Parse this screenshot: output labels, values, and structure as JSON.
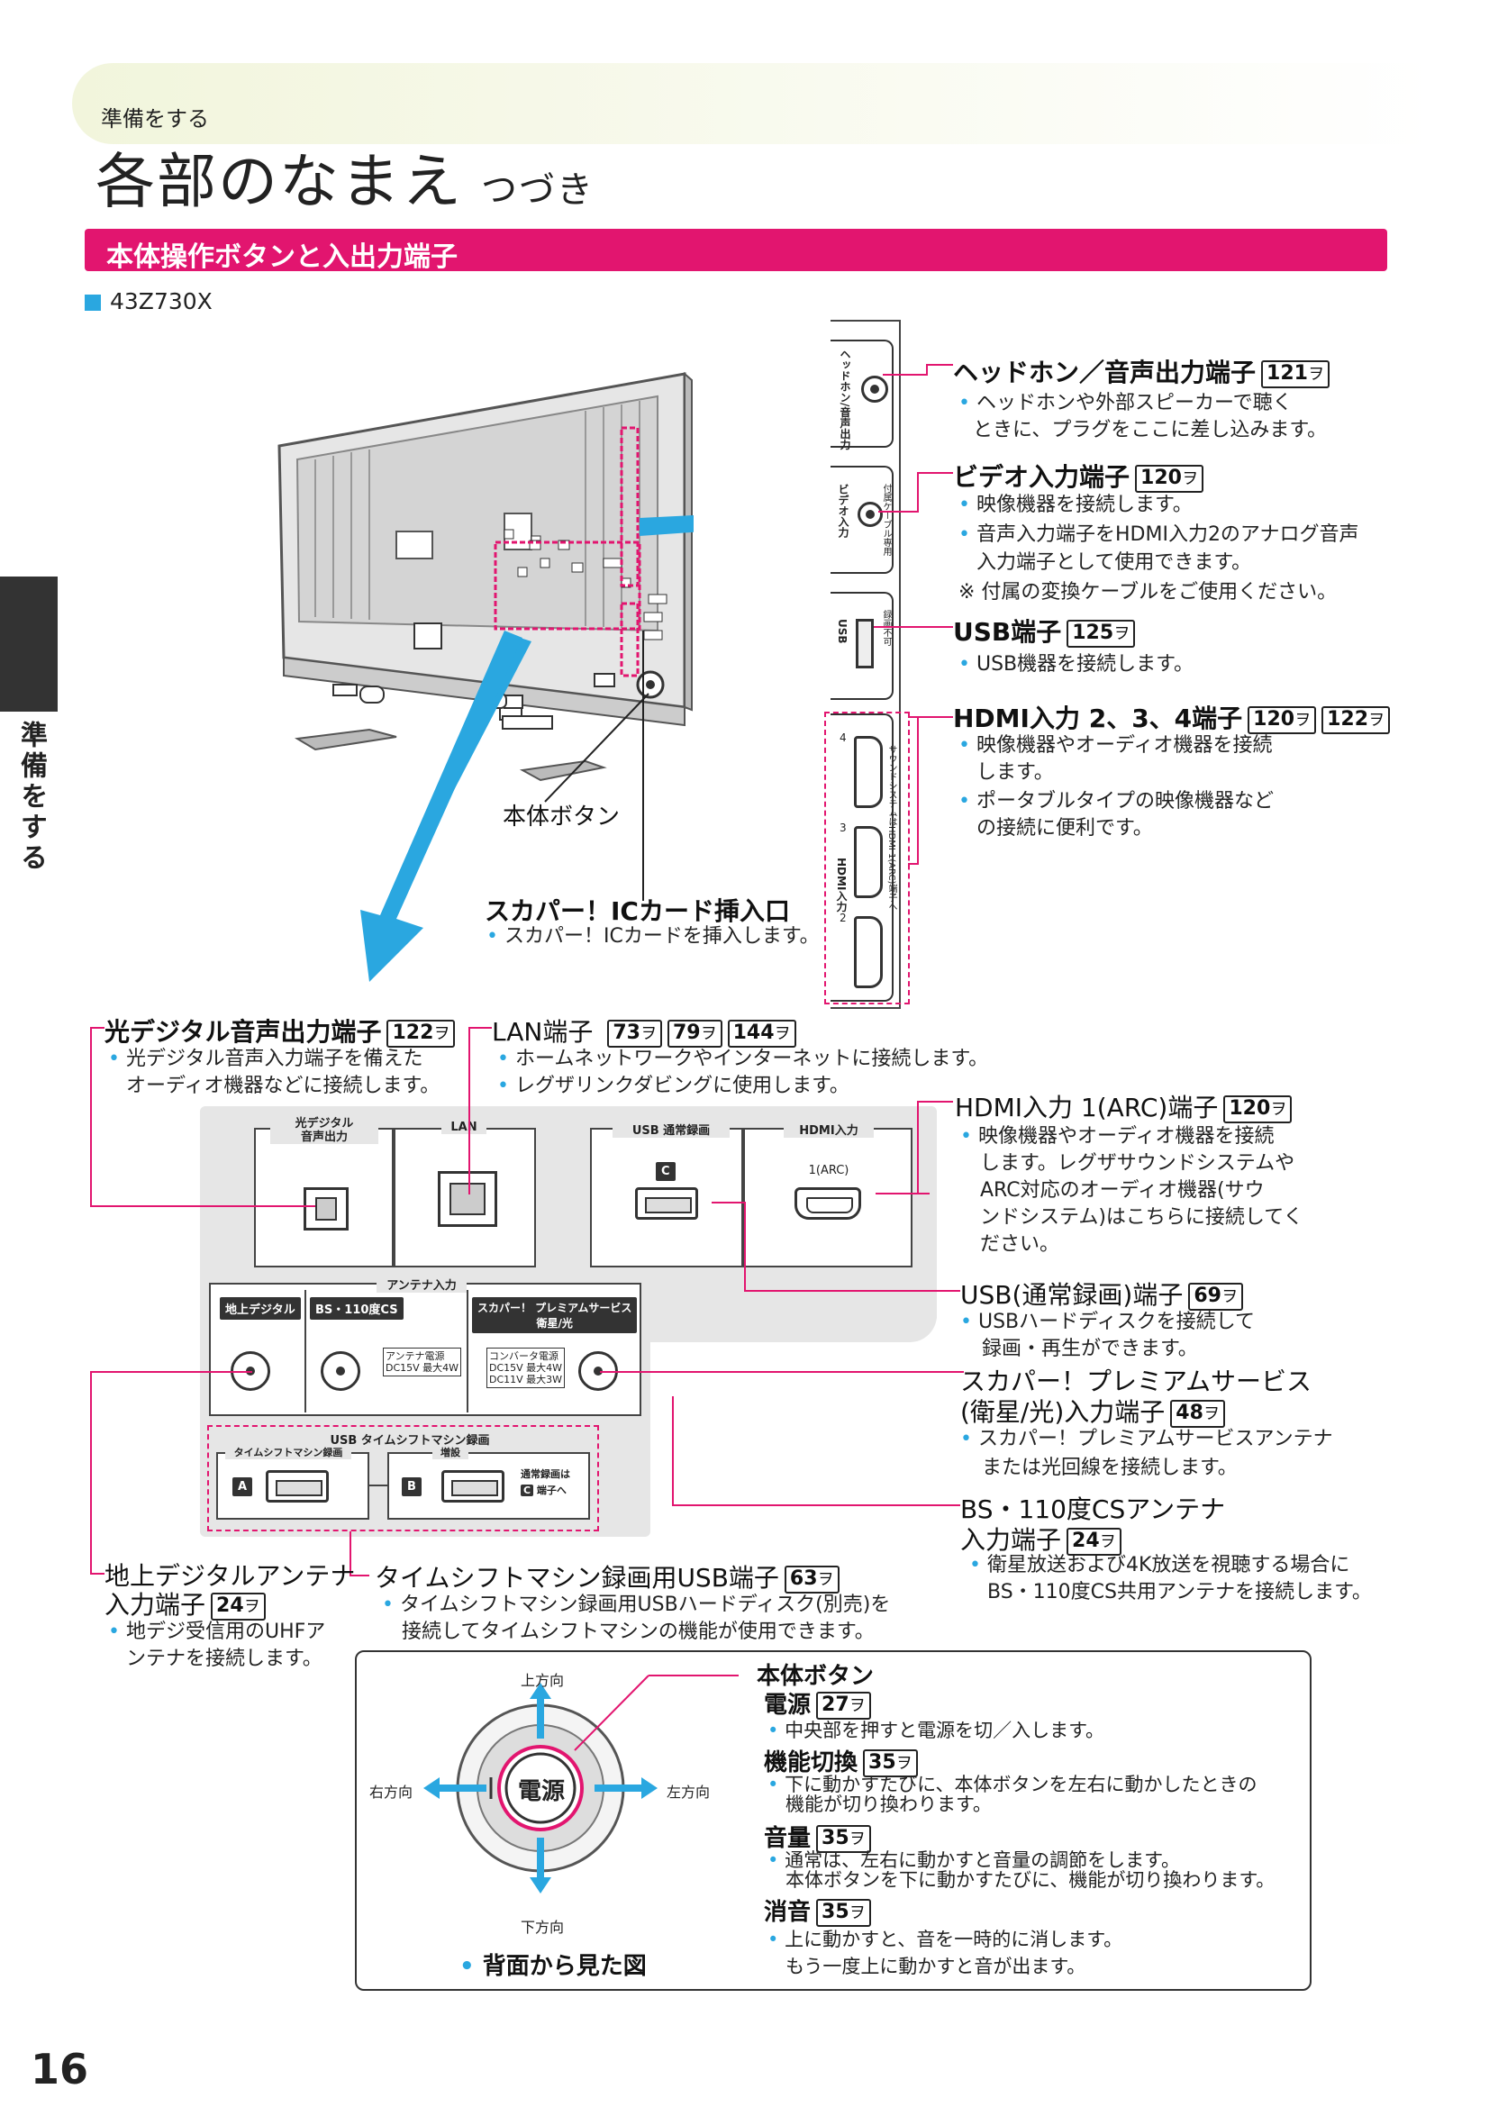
{
  "header": {
    "kicker": "準備をする",
    "title": "各部のなまえ",
    "title_sub": "つづき"
  },
  "section": {
    "title": "本体操作ボタンと入出力端子"
  },
  "model": "43Z730X",
  "side_tab": "準備をする",
  "page_number": "16",
  "tv": {
    "body_button_label": "本体ボタン"
  },
  "side_panel": {
    "headphone": "ヘッドホン",
    "headphone_sub": "/音声出力",
    "video": "ビデオ入力",
    "video_sub": "付属ケーブル専用",
    "usb": "USB",
    "usb_sub": "録画不可",
    "hdmi": "HDMI入力",
    "hdmi_sub": "サウンドシステムはHDMI 1(ARC)端子へ",
    "hdmi_nums": [
      "4",
      "3",
      "2"
    ]
  },
  "right_callouts": [
    {
      "label": "ヘッドホン／音声出力端子",
      "refs": [
        "121"
      ],
      "lines": [
        "ヘッドホンや外部スピーカーで聴く",
        "ときに、プラグをここに差し込みます。"
      ]
    },
    {
      "label": "ビデオ入力端子",
      "refs": [
        "120"
      ],
      "lines": [
        "映像機器を接続します。",
        "音声入力端子をHDMI入力2のアナログ音声",
        "入力端子として使用できます。"
      ],
      "note": "※ 付属の変換ケーブルをご使用ください。"
    },
    {
      "label": "USB端子",
      "refs": [
        "125"
      ],
      "lines": [
        "USB機器を接続します。"
      ]
    },
    {
      "label": "HDMI入力 2、3、4端子",
      "refs": [
        "120",
        "122"
      ],
      "lines": [
        "映像機器やオーディオ機器を接続",
        "します。",
        "ポータブルタイプの映像機器など",
        "の接続に便利です。"
      ]
    }
  ],
  "card_slot": {
    "label": "スカパー！ICカード挿入口",
    "desc": "スカパー！ICカードを挿入します。"
  },
  "optical": {
    "label": "光デジタル音声出力端子",
    "refs": [
      "122"
    ],
    "lines": [
      "光デジタル音声入力端子を備えた",
      "オーディオ機器などに接続します。"
    ]
  },
  "lan": {
    "label": "LAN端子",
    "refs": [
      "73",
      "79",
      "144"
    ],
    "lines": [
      "ホームネットワークやインターネットに接続します。",
      "レグザリンクダビングに使用します。"
    ]
  },
  "hdmi1": {
    "label": "HDMI入力 1(ARC)端子",
    "refs": [
      "120"
    ],
    "lines": [
      "映像機器やオーディオ機器を接続",
      "します。レグザサウンドシステムや",
      "ARC対応のオーディオ機器(サウ",
      "ンドシステム)はこちらに接続してく",
      "ださい。"
    ]
  },
  "usb_rec": {
    "label": "USB(通常録画)端子",
    "refs": [
      "69"
    ],
    "lines": [
      "USBハードディスクを接続して",
      "録画・再生ができます。"
    ]
  },
  "skyperfect": {
    "label1": "スカパー！プレミアムサービス",
    "label2": "(衛星/光)入力端子",
    "refs": [
      "48"
    ],
    "lines": [
      "スカパー！プレミアムサービスアンテナ",
      "または光回線を接続します。"
    ]
  },
  "bs": {
    "label1": "BS・110度CSアンテナ",
    "label2": "入力端子",
    "refs": [
      "24"
    ],
    "lines": [
      "衛星放送および4K放送を視聴する場合に",
      "BS・110度CS共用アンテナを接続します。"
    ]
  },
  "terrestrial": {
    "label1": "地上デジタルアンテナ",
    "label2": "入力端子",
    "refs": [
      "24"
    ],
    "lines": [
      "地デジ受信用のUHFア",
      "ンテナを接続します。"
    ]
  },
  "timeshift": {
    "label": "タイムシフトマシン録画用USB端子",
    "refs": [
      "63"
    ],
    "lines": [
      "タイムシフトマシン録画用USBハードディスク(別売)を",
      "接続してタイムシフトマシンの機能が使用できます。"
    ]
  },
  "panel": {
    "optical_head": "光デジタル\n音声出力",
    "lan_head": "LAN",
    "usb_head": "USB 通常録画",
    "hdmi_head": "HDMI入力",
    "c": "C",
    "arc": "1(ARC)",
    "antenna_head": "アンテナ入力",
    "terrestrial_tag": "地上デジタル",
    "bs_tag": "BS・110度CS",
    "sky_tag": "スカパー！ プレミアムサービス\n衛星/光",
    "ant_power": "アンテナ電源\nDC15V 最大4W",
    "conv_power": "コンバータ電源\nDC15V 最大4W\nDC11V 最大3W",
    "ts_head": "USB タイムシフトマシン録画",
    "ts_sub": "タイムシフトマシン録画",
    "add_sub": "増設",
    "a": "A",
    "b": "B",
    "normal_note": "通常録画は",
    "normal_note2": "端子へ"
  },
  "button_box": {
    "center": "電源",
    "up": "上方向",
    "down": "下方向",
    "left": "右方向",
    "right": "左方向",
    "caption": "背面から見た図",
    "title": "本体ボタン",
    "items": [
      {
        "label": "電源",
        "ref": "27",
        "lines": [
          "中央部を押すと電源を切／入します。"
        ]
      },
      {
        "label": "機能切換",
        "ref": "35",
        "lines": [
          "下に動かすたびに、本体ボタンを左右に動かしたときの",
          "機能が切り換わります。"
        ]
      },
      {
        "label": "音量",
        "ref": "35",
        "lines": [
          "通常は、左右に動かすと音量の調節をします。",
          "本体ボタンを下に動かすたびに、機能が切り換わります。"
        ]
      },
      {
        "label": "消音",
        "ref": "35",
        "lines": [
          "上に動かすと、音を一時的に消します。",
          "もう一度上に動かすと音が出ます。"
        ]
      }
    ]
  },
  "colors": {
    "accent": "#e2156f",
    "arrow": "#2aa7e0",
    "dark": "#333333"
  }
}
